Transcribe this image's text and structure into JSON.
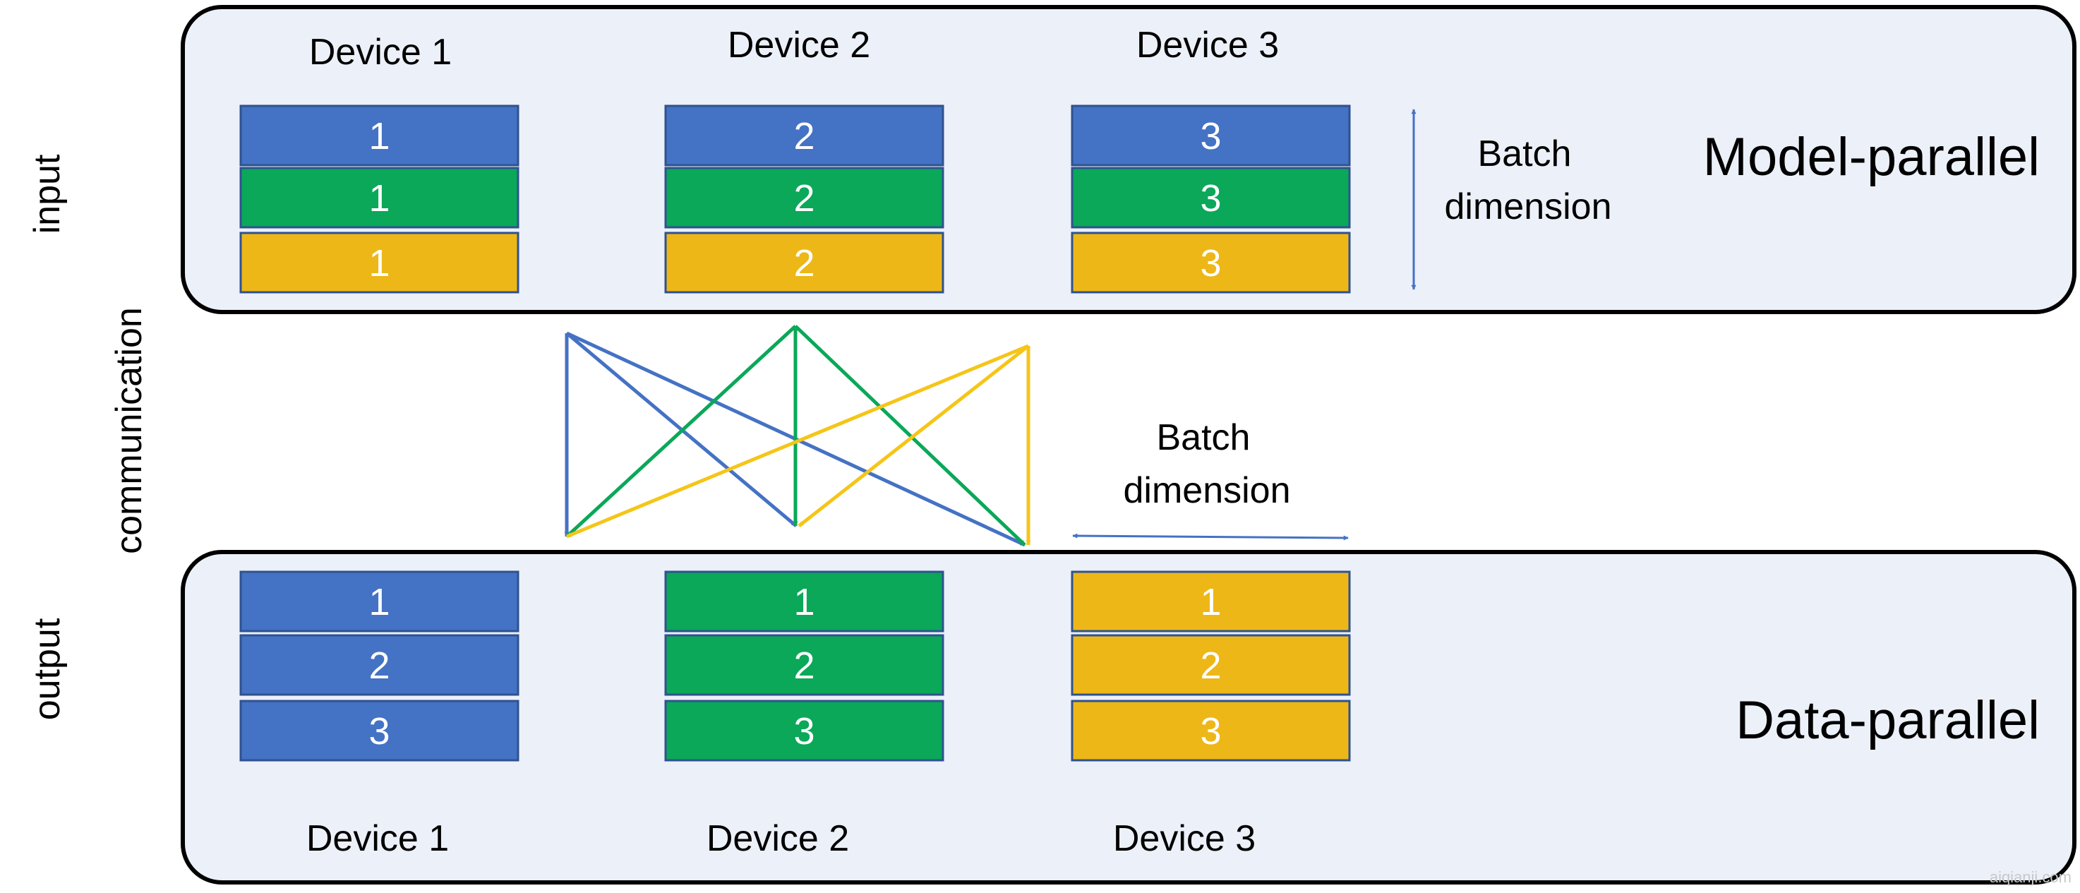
{
  "side_labels": {
    "input": "input",
    "communication": "communication",
    "output": "output"
  },
  "model_parallel": {
    "title": "Model-parallel",
    "batch_label_line1": "Batch",
    "batch_label_line2": "dimension",
    "devices": [
      {
        "label": "Device 1",
        "blocks": [
          {
            "text": "1",
            "color": "blue"
          },
          {
            "text": "1",
            "color": "green"
          },
          {
            "text": "1",
            "color": "yellow"
          }
        ]
      },
      {
        "label": "Device 2",
        "blocks": [
          {
            "text": "2",
            "color": "blue"
          },
          {
            "text": "2",
            "color": "green"
          },
          {
            "text": "2",
            "color": "yellow"
          }
        ]
      },
      {
        "label": "Device 3",
        "blocks": [
          {
            "text": "3",
            "color": "blue"
          },
          {
            "text": "3",
            "color": "green"
          },
          {
            "text": "3",
            "color": "yellow"
          }
        ]
      }
    ]
  },
  "data_parallel": {
    "title": "Data-parallel",
    "batch_label_line1": "Batch",
    "batch_label_line2": "dimension",
    "devices": [
      {
        "label": "Device 1",
        "blocks": [
          {
            "text": "1",
            "color": "blue"
          },
          {
            "text": "2",
            "color": "blue"
          },
          {
            "text": "3",
            "color": "blue"
          }
        ]
      },
      {
        "label": "Device 2",
        "blocks": [
          {
            "text": "1",
            "color": "green"
          },
          {
            "text": "2",
            "color": "green"
          },
          {
            "text": "3",
            "color": "green"
          }
        ]
      },
      {
        "label": "Device 3",
        "blocks": [
          {
            "text": "1",
            "color": "yellow"
          },
          {
            "text": "2",
            "color": "yellow"
          },
          {
            "text": "3",
            "color": "yellow"
          }
        ]
      }
    ]
  },
  "colors": {
    "blue": "#4472C4",
    "green": "#0AA858",
    "yellow": "#EDB718",
    "panel_fill": "#ECF0F8",
    "panel_stroke": "#000000",
    "block_stroke": "#2F528F",
    "batch_arrow": "#4472C4"
  },
  "watermark": "aiqianji.com"
}
